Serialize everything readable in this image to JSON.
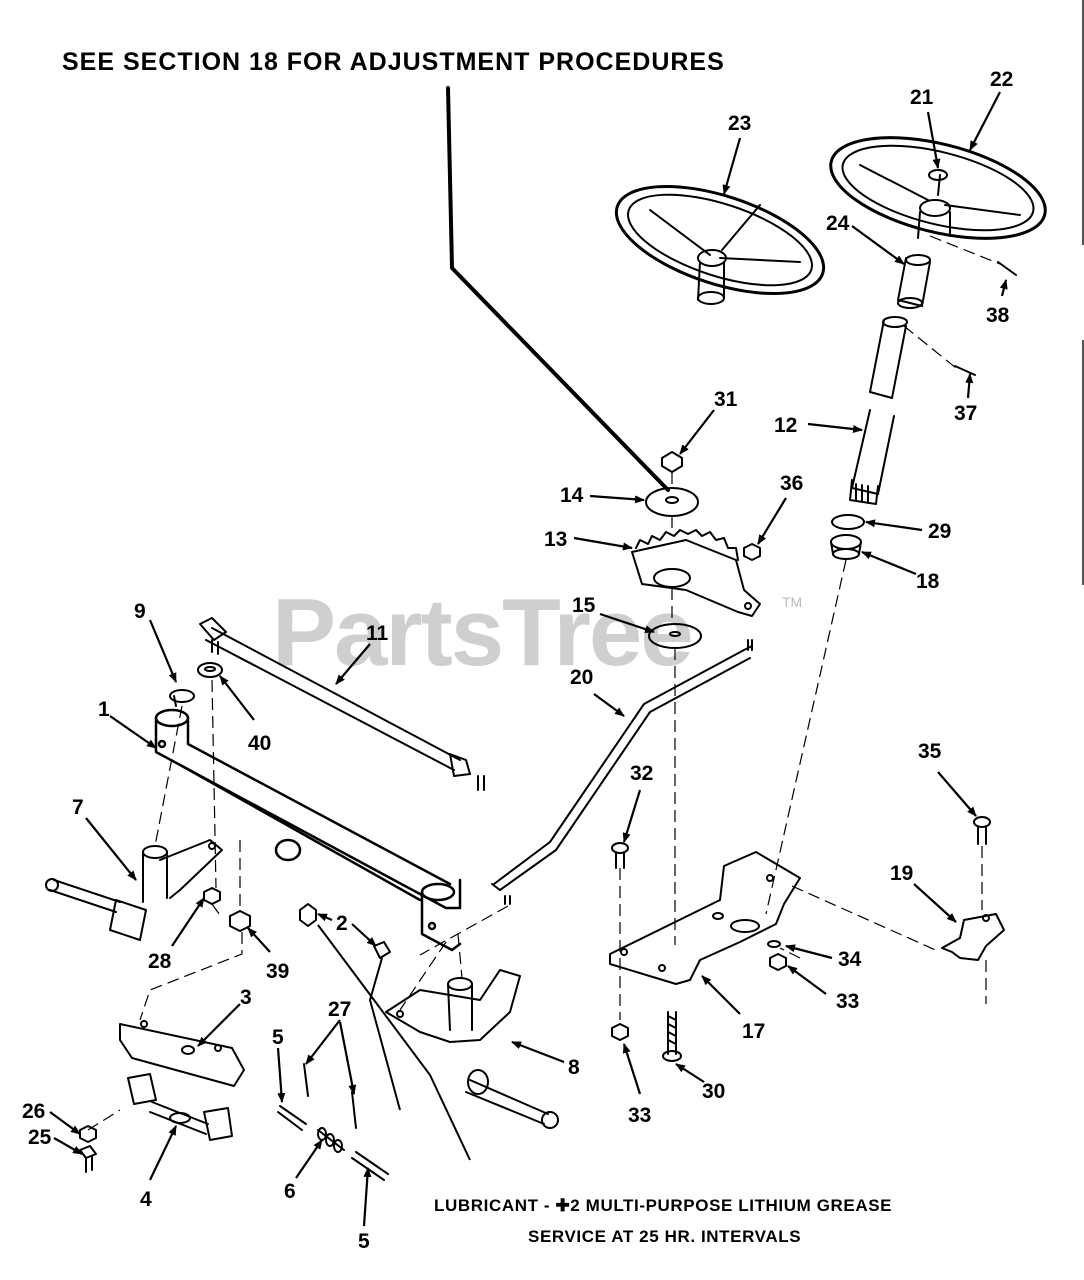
{
  "header_note": "SEE SECTION 18 FOR ADJUSTMENT PROCEDURES",
  "lubricant_note": {
    "line1": "LUBRICANT - ✚2 MULTI-PURPOSE LITHIUM GREASE",
    "line2": "SERVICE AT 25 HR. INTERVALS"
  },
  "watermark": {
    "text": "PartsTree",
    "tm": "TM"
  },
  "callouts": [
    {
      "id": "1",
      "label": "1"
    },
    {
      "id": "2",
      "label": "2"
    },
    {
      "id": "3",
      "label": "3"
    },
    {
      "id": "4",
      "label": "4"
    },
    {
      "id": "5a",
      "label": "5"
    },
    {
      "id": "5b",
      "label": "5"
    },
    {
      "id": "6",
      "label": "6"
    },
    {
      "id": "7",
      "label": "7"
    },
    {
      "id": "8",
      "label": "8"
    },
    {
      "id": "9",
      "label": "9"
    },
    {
      "id": "11",
      "label": "11"
    },
    {
      "id": "12",
      "label": "12"
    },
    {
      "id": "13",
      "label": "13"
    },
    {
      "id": "14",
      "label": "14"
    },
    {
      "id": "15",
      "label": "15"
    },
    {
      "id": "17",
      "label": "17"
    },
    {
      "id": "18",
      "label": "18"
    },
    {
      "id": "19",
      "label": "19"
    },
    {
      "id": "20",
      "label": "20"
    },
    {
      "id": "21",
      "label": "21"
    },
    {
      "id": "22",
      "label": "22"
    },
    {
      "id": "23",
      "label": "23"
    },
    {
      "id": "24",
      "label": "24"
    },
    {
      "id": "25",
      "label": "25"
    },
    {
      "id": "26",
      "label": "26"
    },
    {
      "id": "27",
      "label": "27"
    },
    {
      "id": "28",
      "label": "28"
    },
    {
      "id": "29",
      "label": "29"
    },
    {
      "id": "30",
      "label": "30"
    },
    {
      "id": "31",
      "label": "31"
    },
    {
      "id": "32",
      "label": "32"
    },
    {
      "id": "33a",
      "label": "33"
    },
    {
      "id": "33b",
      "label": "33"
    },
    {
      "id": "34",
      "label": "34"
    },
    {
      "id": "35",
      "label": "35"
    },
    {
      "id": "36",
      "label": "36"
    },
    {
      "id": "37",
      "label": "37"
    },
    {
      "id": "38",
      "label": "38"
    },
    {
      "id": "39",
      "label": "39"
    },
    {
      "id": "40",
      "label": "40"
    }
  ]
}
